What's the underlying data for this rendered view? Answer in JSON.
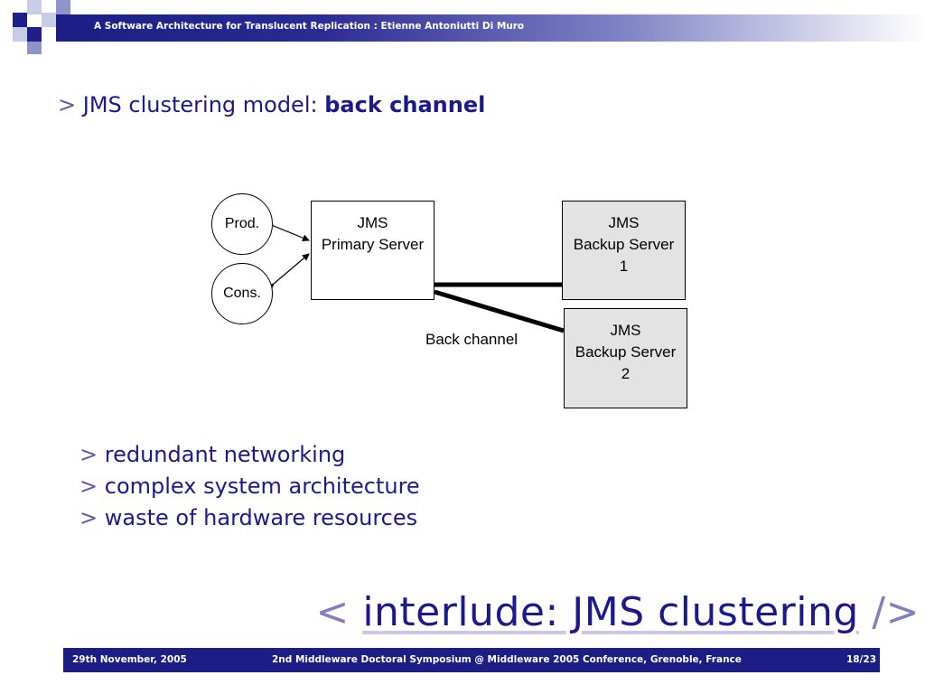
{
  "header": {
    "title": "A Software Architecture for Translucent Replication  :  Etienne Antoniutti Di Muro"
  },
  "slide": {
    "heading_prefix": ">",
    "heading_text": "JMS clustering model:",
    "heading_bold": "back channel"
  },
  "diagram": {
    "producer": "Prod.",
    "consumer": "Cons.",
    "primary": {
      "line1": "JMS",
      "line2": "Primary Server"
    },
    "backup1": {
      "line1": "JMS",
      "line2": "Backup Server",
      "line3": "1"
    },
    "backup2": {
      "line1": "JMS",
      "line2": "Backup Server",
      "line3": "2"
    },
    "back_channel_label": "Back channel"
  },
  "bullets": [
    {
      "marker": ">",
      "text": "redundant networking"
    },
    {
      "marker": ">",
      "text": "complex system architecture"
    },
    {
      "marker": ">",
      "text": "waste of hardware resources"
    }
  ],
  "big_title": {
    "open": "<",
    "main": "interlude: JMS clustering",
    "close": "/>"
  },
  "footer": {
    "date": "29th November, 2005",
    "event": "2nd Middleware Doctoral Symposium @ Middleware 2005 Conference, Grenoble, France",
    "page": "18/23"
  },
  "colors": {
    "accent": "#1a1a8c",
    "bar": "#1d1d86",
    "box_fill": "#e3e3e3"
  }
}
